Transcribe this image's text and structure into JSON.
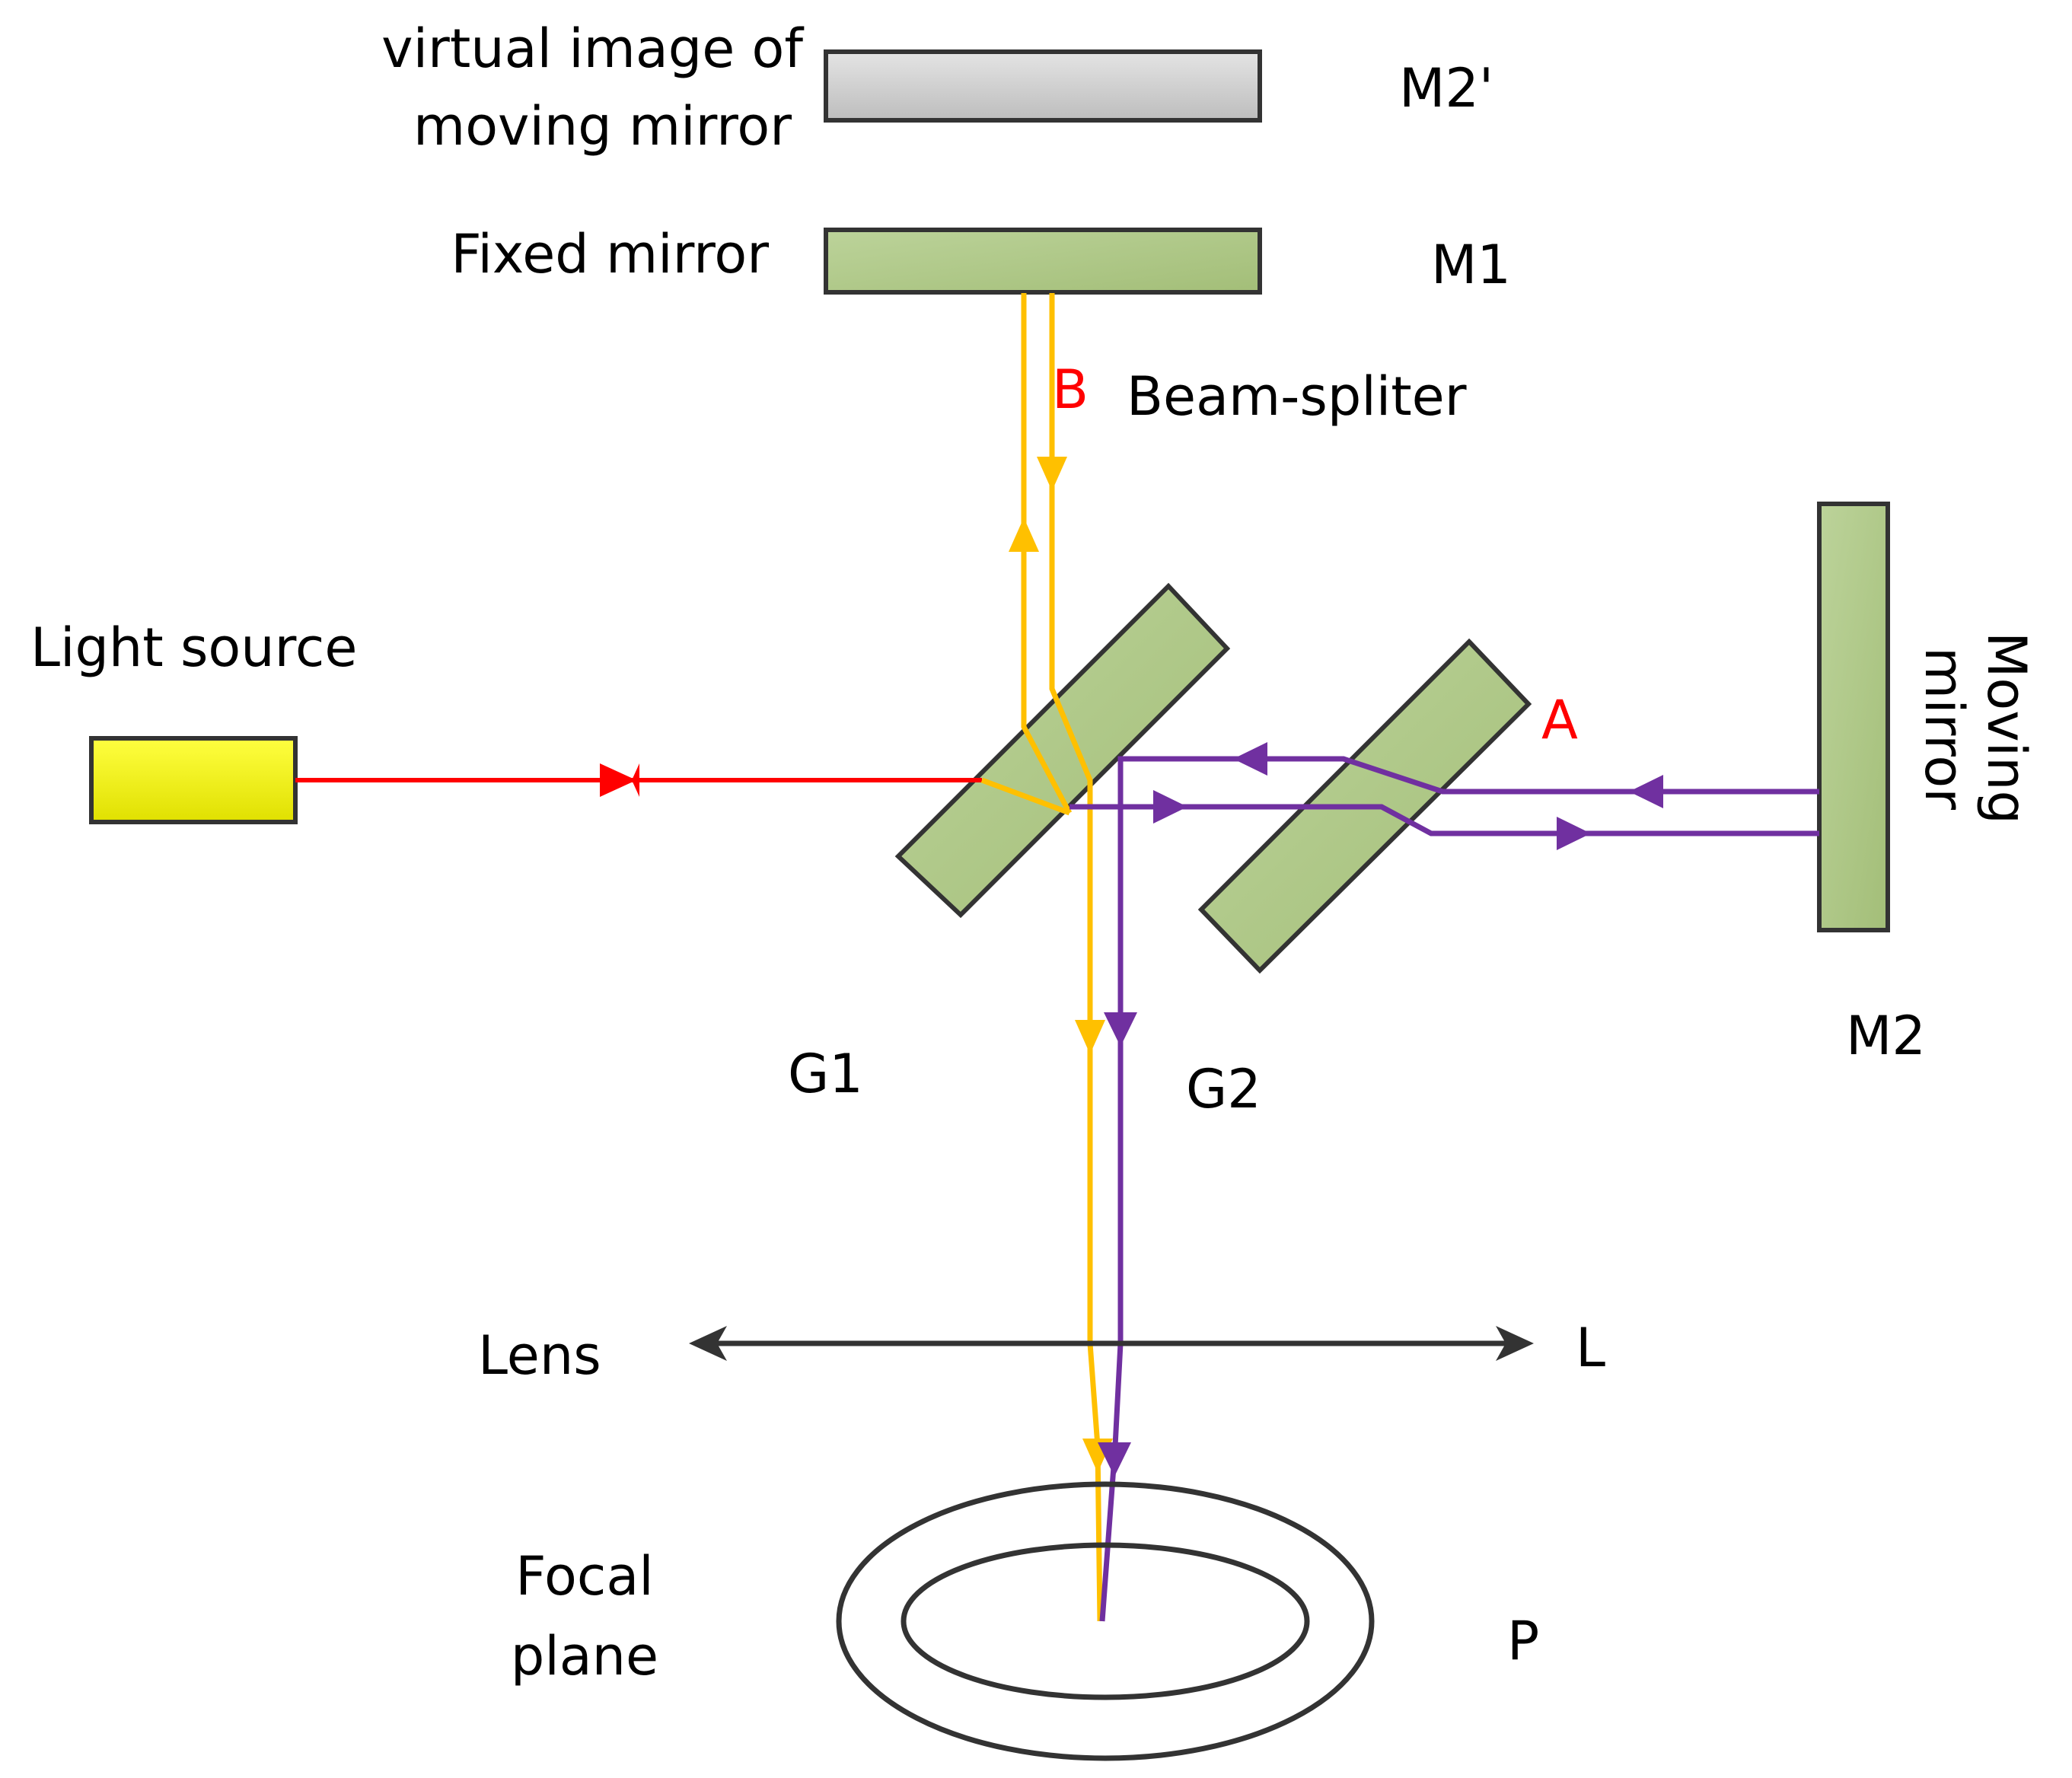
{
  "labels": {
    "virtual_image_line1": "virtual image of",
    "virtual_image_line2": "moving  mirror",
    "m2_prime": "M2'",
    "fixed_mirror": "Fixed mirror",
    "m1": "M1",
    "point_b": "B",
    "beam_splitter": "Beam-spliter",
    "light_source": "Light source",
    "point_a": "A",
    "moving_mirror_line1": "Moving",
    "moving_mirror_line2": "mirror",
    "m2": "M2",
    "g1": "G1",
    "g2": "G2",
    "lens": "Lens",
    "l": "L",
    "focal_plane_line1": "Focal",
    "focal_plane_line2": "plane",
    "p": "P"
  },
  "colors": {
    "red_beam": "#ff0000",
    "yellow_beam": "#ffc000",
    "purple_beam": "#7030a0",
    "mirror_green": "#a9c47f",
    "virtual_mirror_gray": "#d0d0d0",
    "light_source_yellow": "#f0f000",
    "outline": "#333333",
    "label_red": "#ff0000"
  }
}
